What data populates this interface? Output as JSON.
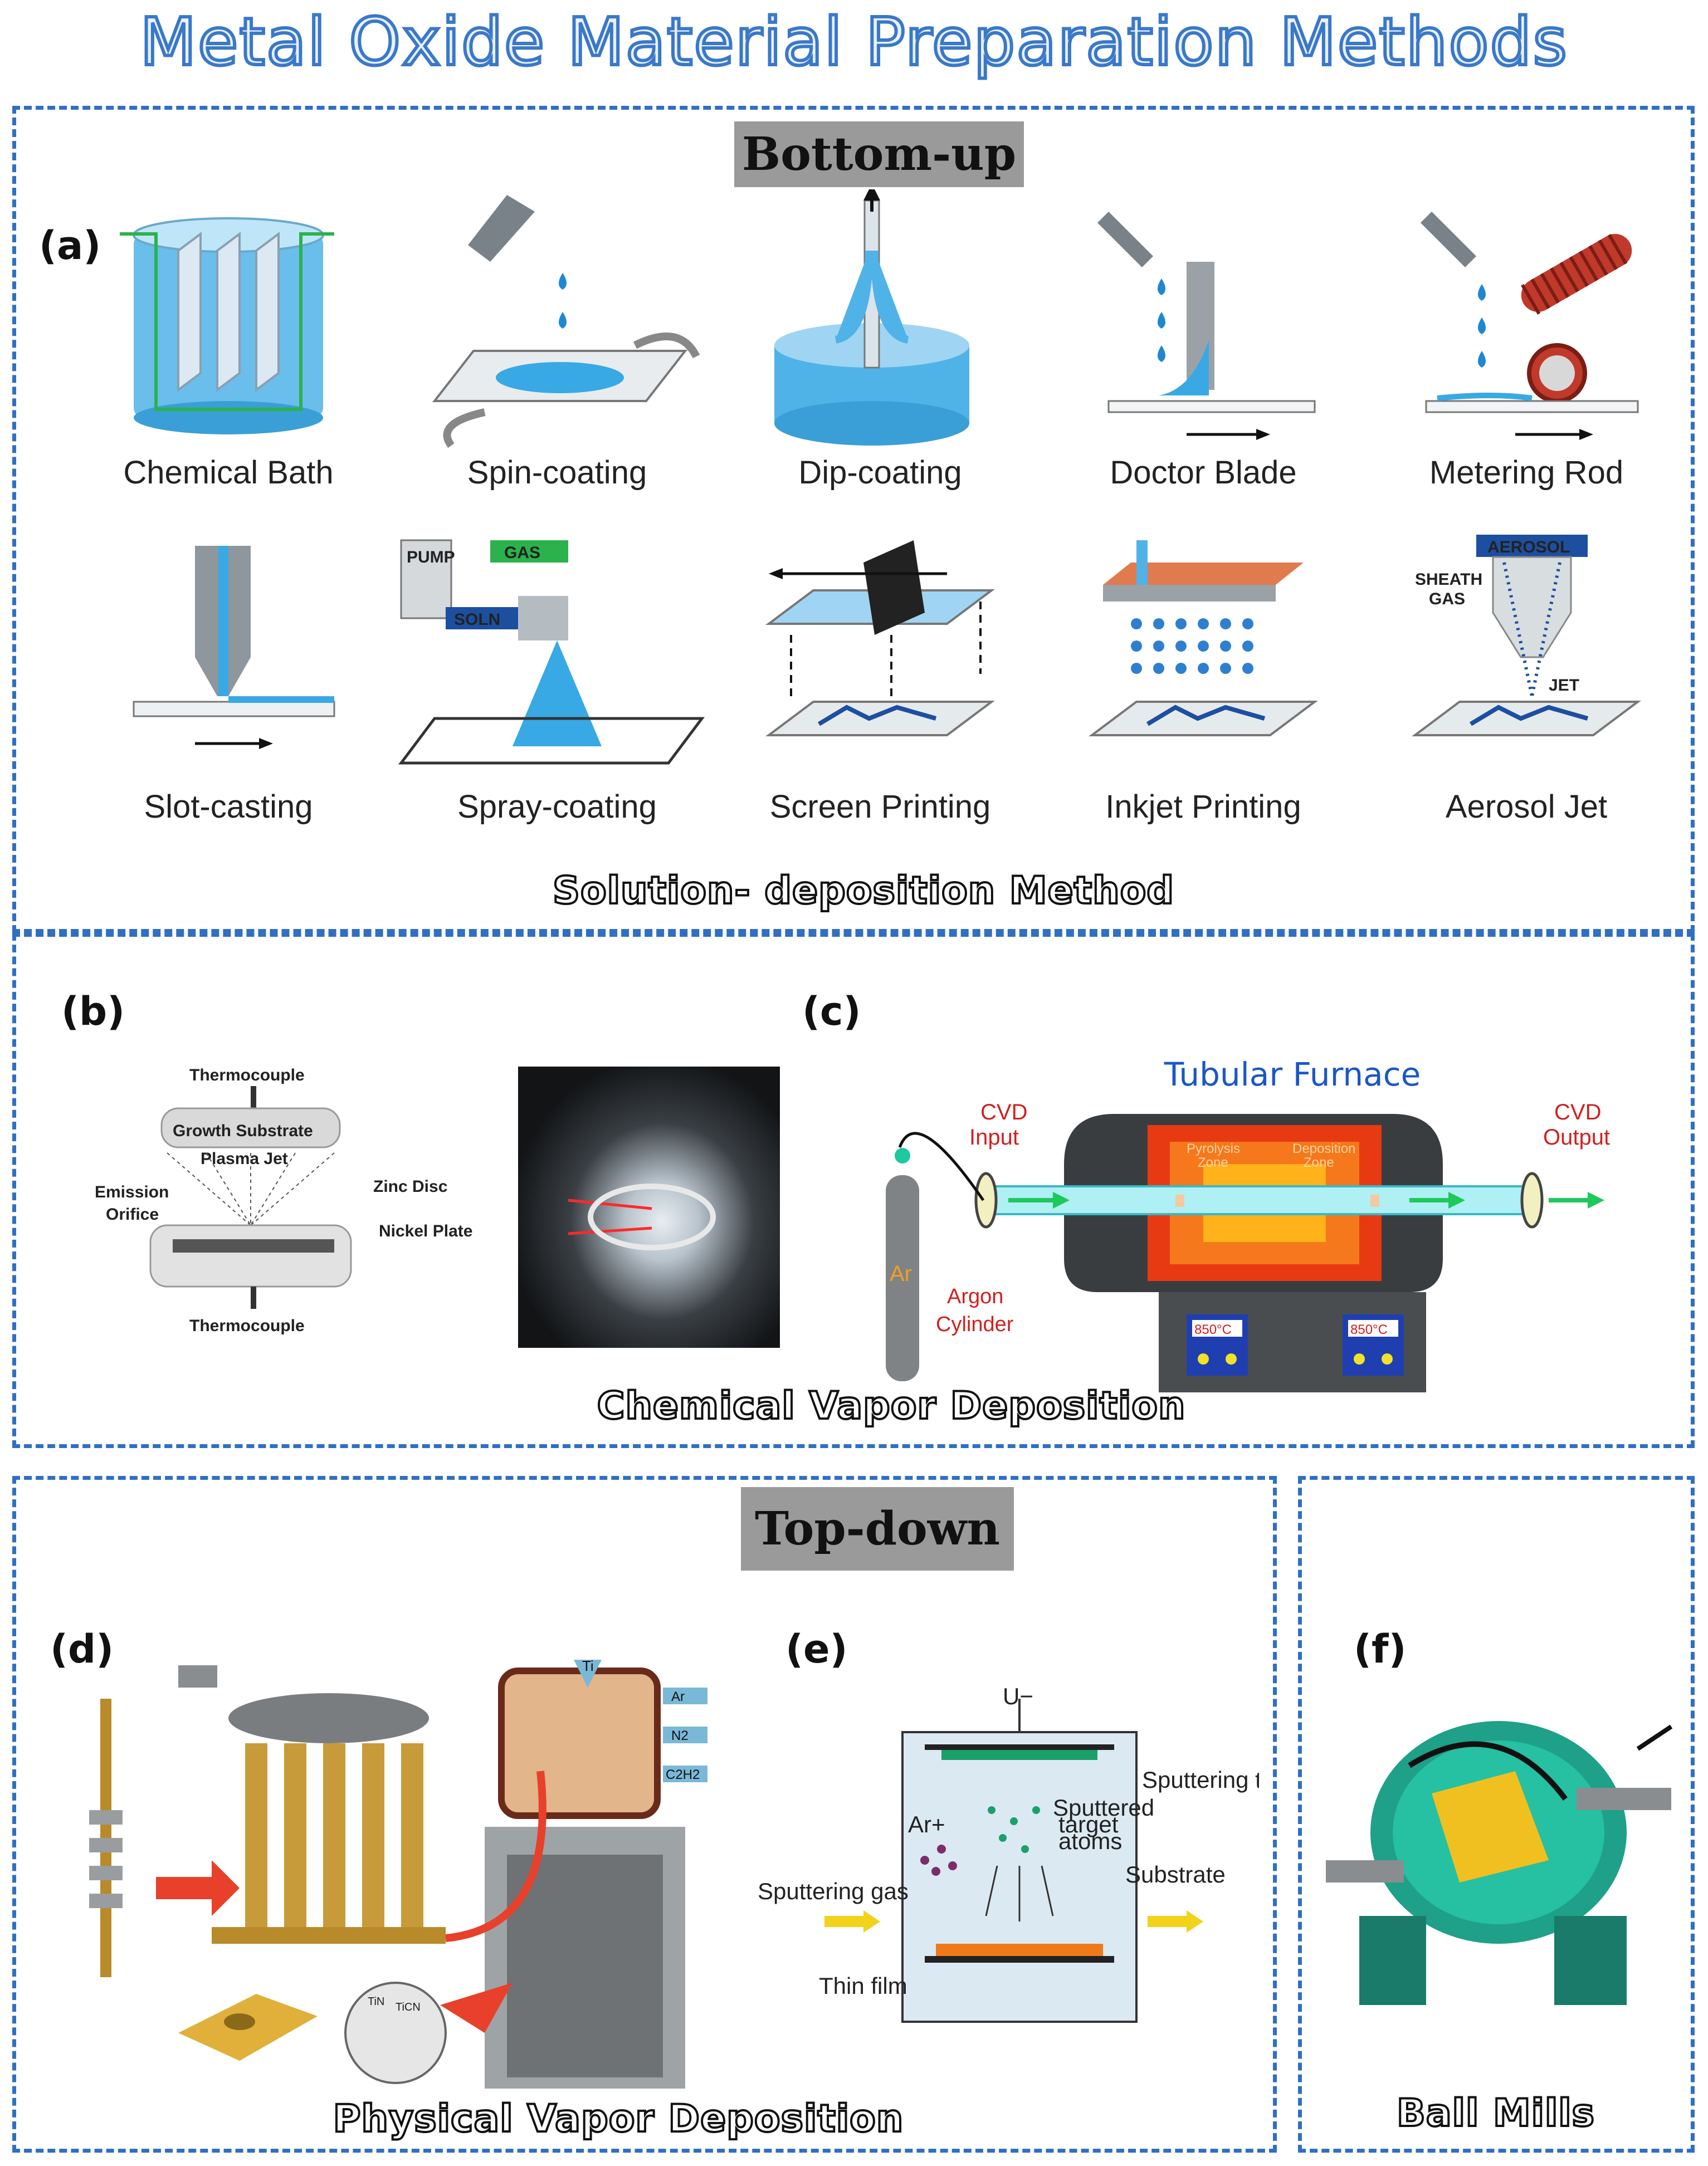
{
  "title": "Metal Oxide Material Preparation Methods",
  "bottom_up": {
    "header": "Bottom-up",
    "panel_a": {
      "label": "(a)",
      "methods_row1": [
        "Chemical Bath",
        "Spin-coating",
        "Dip-coating",
        "Doctor Blade",
        "Metering Rod"
      ],
      "methods_row2": [
        "Slot-casting",
        "Spray-coating",
        "Screen Printing",
        "Inkjet Printing",
        "Aerosol Jet"
      ],
      "spray_labels": {
        "gas": "GAS",
        "pump": "PUMP",
        "soln": "SOLN"
      },
      "aerosol_labels": {
        "aerosol": "AEROSOL",
        "sheath": "SHEATH",
        "gas": "GAS",
        "jet": "JET"
      },
      "section_title": "Solution- deposition Method"
    },
    "panel_b": {
      "label": "(b)",
      "parts": {
        "thermocouple_top": "Thermocouple",
        "growth_substrate": "Growth Substrate",
        "plasma_jet": "Plasma Jet",
        "emission": "Emission",
        "orifice": "Orifice",
        "zinc_disc": "Zinc Disc",
        "nickel_plate": "Nickel Plate",
        "thermocouple_bottom": "Thermocouple"
      }
    },
    "panel_c": {
      "label": "(c)",
      "furnace_title": "Tubular Furnace",
      "cvd_input": [
        "CVD",
        "Input"
      ],
      "cvd_output": [
        "CVD",
        "Output"
      ],
      "pyrolysis": [
        "Pyrolysis",
        "Zone"
      ],
      "deposition": [
        "Deposition",
        "Zone"
      ],
      "temp_left": "850°C",
      "temp_right": "850°C",
      "cylinder_gas": "Ar",
      "cylinder_label": [
        "Argon",
        "Cylinder"
      ]
    },
    "section_title": "Chemical Vapor Deposition"
  },
  "top_down": {
    "header": "Top-down",
    "panel_d": {
      "label": "(d)",
      "chamber_labels": {
        "ti": "Ti",
        "ar": "Ar",
        "n2": "N2",
        "c2h2": "C2H2"
      },
      "coating_labels": {
        "tin": "TiN",
        "ticn": "TiCN"
      },
      "section_title": "Physical Vapor Deposition"
    },
    "panel_e": {
      "label": "(e)",
      "voltage": "U−",
      "sputtering_target": "Sputtering target",
      "ions": "Ar+",
      "sputtered": [
        "Sputtered",
        "target",
        "atoms"
      ],
      "substrate": "Substrate",
      "gas": "Sputtering gas",
      "thin_film": "Thin film"
    }
  },
  "ball_mill": {
    "label": "(f)",
    "section_title": "Ball Mills"
  },
  "colors": {
    "dash_border": "#2f6fc4",
    "header_bg": "#9a9a9a",
    "liquid_blue": "#4fb3e8",
    "furnace_red": "#e83a12",
    "mill_green": "#1fa088"
  }
}
